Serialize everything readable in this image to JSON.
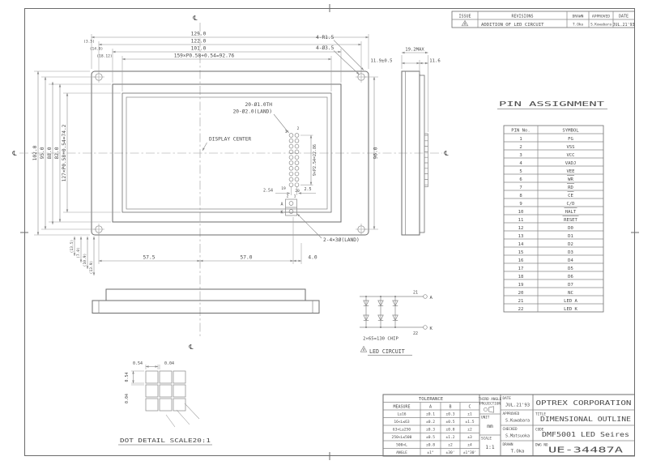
{
  "colors": {
    "background": "#ffffff",
    "line": "#6b6b6b",
    "ink": "#4a4a4a"
  },
  "frame": {
    "cl": "℄"
  },
  "revisions": {
    "headers": {
      "issue": "ISSUE",
      "revisions": "REVISIONS",
      "drawn": "DRAWN",
      "approved": "APPROVED",
      "date": "DATE"
    },
    "row": {
      "issue_mark": "A",
      "description": "ADDITION OF LED CIRCUIT",
      "drawn": "T.Oka",
      "approved": "S.Kuwabara",
      "date": "JUL.21'93"
    }
  },
  "front_view": {
    "dim_129": "129.0",
    "dim_122": "122.0",
    "dim_101": "101.0",
    "dim_dots_h": "159×P0.58+0.54=92.76",
    "off_35": "(3.5)",
    "off_140": "(14.0)",
    "off_1812": "(18.12)",
    "note_radius": "4-R1.5",
    "note_holes": "4-Ø3.5",
    "dim_102": "102.0",
    "dim_95": "95.0",
    "dim_88": "88.0",
    "dim_82": "82.0",
    "dim_dots_v": "127×P0.58+0.54=74.2",
    "dim_96": "96.0",
    "off_135": "(13.5)",
    "off_70": "(7.0)",
    "off_109": "(10.9)",
    "off_139": "(13.9)",
    "note_th": "20-Ø1.0TH",
    "note_land": "20-Ø2.0(LAND)",
    "display_center": "DISPLAY CENTER",
    "conn_pitch": "9×P2.54=22.86",
    "dim_254": "2.54",
    "dim_25": "2.5",
    "dim_575": "57.5",
    "dim_570": "57.0",
    "dim_40": "4.0",
    "note_ak_land": "2-4×3Ø(LAND)",
    "pin1": "1",
    "pin2": "2",
    "pin19": "19",
    "pin20": "20",
    "ak_2": "2",
    "ak_1": "1",
    "label_a": "A",
    "label_k": "K"
  },
  "side_view": {
    "dim_max": "19.2MAX",
    "dim_119": "11.9±0.5",
    "dim_116": "11.6"
  },
  "pin_assignment": {
    "title": "PIN ASSIGNMENT",
    "col_pin": "PIN No.",
    "col_symbol": "SYMBOL",
    "rows": [
      [
        "1",
        "FG"
      ],
      [
        "2",
        "VSS"
      ],
      [
        "3",
        "VCC"
      ],
      [
        "4",
        "VADJ"
      ],
      [
        "5",
        "VEE"
      ],
      [
        "6",
        "WR"
      ],
      [
        "7",
        "RD"
      ],
      [
        "8",
        "CE"
      ],
      [
        "9",
        "C/D"
      ],
      [
        "10",
        "HALT"
      ],
      [
        "11",
        "RESET"
      ],
      [
        "12",
        "D0"
      ],
      [
        "13",
        "D1"
      ],
      [
        "14",
        "D2"
      ],
      [
        "15",
        "D3"
      ],
      [
        "16",
        "D4"
      ],
      [
        "17",
        "D5"
      ],
      [
        "18",
        "D6"
      ],
      [
        "19",
        "D7"
      ],
      [
        "20",
        "NC"
      ],
      [
        "21",
        "LED A"
      ],
      [
        "22",
        "LED K"
      ]
    ]
  },
  "led_circuit": {
    "pin_a": "21",
    "terminal_a": "A",
    "pin_k": "22",
    "terminal_k": "K",
    "chip_note": "2×65=130 CHIP",
    "rev_mark": "A",
    "label": "LED CIRCUIT"
  },
  "dot_detail": {
    "dim_w": "0.54",
    "dim_gap_w": "0.04",
    "dim_h": "0.54",
    "dim_gap_h": "0.04",
    "label": "DOT DETAIL SCALE20:1"
  },
  "title_block": {
    "tolerance_title": "TOLERANCE",
    "tol_headers": [
      "MEASURE",
      "A",
      "B",
      "C"
    ],
    "tol_rows": [
      [
        "L≤16",
        "±0.1",
        "±0.3",
        "±1"
      ],
      [
        "16<L≤63",
        "±0.2",
        "±0.5",
        "±1.5"
      ],
      [
        "63<L≤250",
        "±0.3",
        "±0.8",
        "±2"
      ],
      [
        "250<L≤500",
        "±0.5",
        "±1.2",
        "±3"
      ],
      [
        "500<L",
        "±0.8",
        "±2",
        "±4"
      ],
      [
        "ANGLE",
        "±1°",
        "±30'",
        "±1°30'"
      ]
    ],
    "projection_line1": "THIRD ANGLE",
    "projection_line2": "PROJECTION",
    "unit_label": "UNIT",
    "unit": "mm",
    "scale_label": "SCALE",
    "scale": "1:1",
    "date_label": "DATE",
    "date": "JUL.21'93",
    "approved_label": "APPROVED",
    "approved": "S.Kuwabara",
    "checked_label": "CHECKED",
    "checked": "S.Matsuoka",
    "drawn_label": "DRAWN",
    "drawn": "T.Oka",
    "company": "OPTREX CORPORATION",
    "title_label": "TITLE",
    "title": "DIMENSIONAL OUTLINE",
    "code_label": "CODE",
    "code": "DMF5001 LED Seires",
    "dwg_label": "DWG NO",
    "dwg_no": "UE-34487A"
  }
}
